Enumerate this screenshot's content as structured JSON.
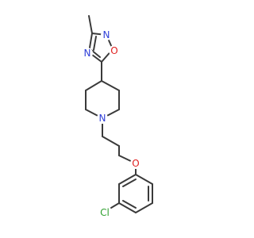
{
  "molecule": {
    "atoms": {
      "n1": {
        "symbol": "N",
        "color": "#2f3fd8"
      },
      "o1": {
        "symbol": "O",
        "color": "#e0201f"
      },
      "n2": {
        "symbol": "N",
        "color": "#2f3fd8"
      },
      "n3": {
        "symbol": "N",
        "color": "#2f3fd8"
      },
      "o2": {
        "symbol": "O",
        "color": "#e0201f"
      },
      "cl": {
        "symbol": "Cl",
        "color": "#2ea02e"
      }
    },
    "bond_color": "#3a3a3a",
    "background": "#ffffff"
  }
}
